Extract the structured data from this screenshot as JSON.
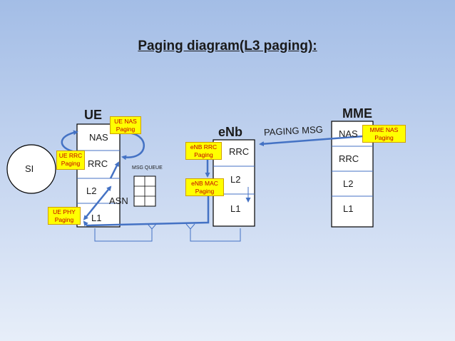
{
  "title": "Paging diagram(L3 paging):",
  "entities": {
    "ue": {
      "label": "UE",
      "layers": [
        "NAS",
        "RRC",
        "L2",
        "L1"
      ]
    },
    "enb": {
      "label": "eNb",
      "layers": [
        "RRC",
        "L2",
        "L1"
      ]
    },
    "mme": {
      "label": "MME",
      "layers": [
        "NAS",
        "RRC",
        "L2",
        "L1"
      ]
    }
  },
  "si_label": "SI",
  "asn_label": "ASN",
  "msg_queue_label": "MSG QUEUE",
  "paging_msg_label": "PAGING MSG",
  "notes": {
    "ue_nas": "UE NAS Paging",
    "ue_rrc": "UE RRC Paging",
    "ue_phy": "UE PHY Paging",
    "enb_rrc": "eNB RRC Paging",
    "enb_mac": "eNB MAC Paging",
    "mme_nas": "MME NAS Paging"
  },
  "colors": {
    "arrow": "#4472c4",
    "note_bg": "#ffff00",
    "note_text": "#c00000"
  }
}
